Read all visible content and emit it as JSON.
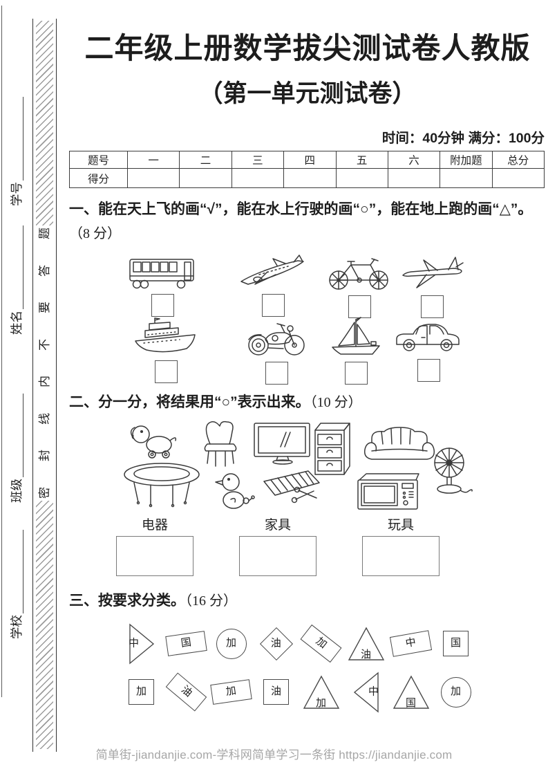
{
  "page": {
    "title": "二年级上册数学拔尖测试卷人教版",
    "subtitle": "（第一单元测试卷）",
    "time_info": "时间：40分钟 满分：100分",
    "footer": "简单街-jiandanjie.com-学科网简单学习一条街 https://jiandanjie.com"
  },
  "sidebar": {
    "fields": [
      {
        "label": "学号"
      },
      {
        "label": "姓名"
      },
      {
        "label": "班级"
      },
      {
        "label": "学校"
      }
    ],
    "seal_phrase": "密封线内不要答题",
    "seal_chars": [
      "题",
      "答",
      "要",
      "不",
      "内",
      "线",
      "封",
      "密"
    ]
  },
  "score_table": {
    "headers": [
      "题号",
      "一",
      "二",
      "三",
      "四",
      "五",
      "六",
      "附加题",
      "总分"
    ],
    "score_row_label": "得分"
  },
  "sections": {
    "one": {
      "text": "一、能在天上飞的画“√”，能在水上行驶的画“○”，能在地上跑的画“△”。",
      "score": "（8 分）"
    },
    "two": {
      "text": "二、分一分，将结果用“○”表示出来。",
      "score": "（10 分）"
    },
    "three": {
      "text": "三、按要求分类。",
      "score": "（16 分）"
    }
  },
  "vehicles": {
    "row1": [
      "bus",
      "airplane",
      "bicycle",
      "jet-plane"
    ],
    "row2": [
      "ship",
      "motorcycle",
      "sailboat",
      "car"
    ]
  },
  "items": {
    "row1": [
      "toy-dog",
      "chair",
      "television",
      "cabinet",
      "sofa"
    ],
    "row2": [
      "round-table",
      "toy-duck",
      "xylophone",
      "microwave-oven",
      "electric-fan"
    ]
  },
  "categories": [
    {
      "label": "电器"
    },
    {
      "label": "家具"
    },
    {
      "label": "玩具"
    }
  ],
  "shapes": {
    "row1": [
      {
        "shape": "triangle-right",
        "label": "中"
      },
      {
        "shape": "rect-tilted",
        "label": "国"
      },
      {
        "shape": "circle",
        "label": "加"
      },
      {
        "shape": "diamond",
        "label": "油"
      },
      {
        "shape": "rect-steep",
        "label": "加"
      },
      {
        "shape": "triangle-up",
        "label": "油"
      },
      {
        "shape": "rect-tilted",
        "label": "中"
      },
      {
        "shape": "square",
        "label": "国"
      }
    ],
    "row2": [
      {
        "shape": "square",
        "label": "加"
      },
      {
        "shape": "rect-steep",
        "label": "油"
      },
      {
        "shape": "rect-tilted",
        "label": "加"
      },
      {
        "shape": "square",
        "label": "油"
      },
      {
        "shape": "triangle-up",
        "label": "加"
      },
      {
        "shape": "triangle-left",
        "label": "中"
      },
      {
        "shape": "triangle-up",
        "label": "国"
      },
      {
        "shape": "circle",
        "label": "加"
      }
    ]
  }
}
